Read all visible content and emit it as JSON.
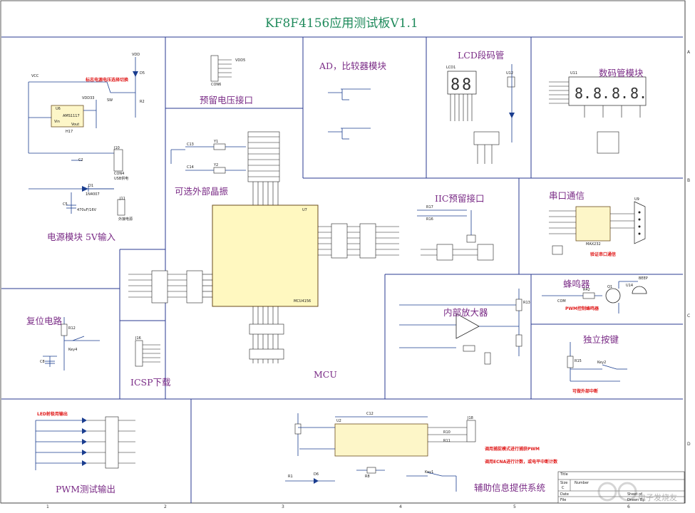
{
  "title": "KF8F4156应用测试板V1.1",
  "sections": [
    {
      "id": "power",
      "label": "电源模块 5V输入"
    },
    {
      "id": "reserved-voltage",
      "label": "预留电压接口"
    },
    {
      "id": "ad",
      "label": "AD，比较器模块"
    },
    {
      "id": "lcd",
      "label": "LCD段码管"
    },
    {
      "id": "segment",
      "label": "数码管模块"
    },
    {
      "id": "crystal",
      "label": "可选外部晶振"
    },
    {
      "id": "iic",
      "label": "IIC预留接口"
    },
    {
      "id": "uart",
      "label": "串口通信"
    },
    {
      "id": "buzzer",
      "label": "蜂鸣器"
    },
    {
      "id": "amp",
      "label": "内部放大器"
    },
    {
      "id": "key",
      "label": "独立按键"
    },
    {
      "id": "reset",
      "label": "复位电路"
    },
    {
      "id": "icsp",
      "label": "ICSP下载"
    },
    {
      "id": "mcu",
      "label": "MCU"
    },
    {
      "id": "pwm",
      "label": "PWM测试输出"
    },
    {
      "id": "aux",
      "label": "辅助信息提供系统"
    }
  ],
  "annotations": {
    "voltage_select": "标志电源电压选择切换",
    "led_pwm": "LED射极用输出",
    "uart_verify": "验证串口通信",
    "pwm_buzzer": "PWM控制蜂鸣器",
    "key_interrupt": "可做外部中断",
    "aux_note1": "调用捕捉模式进行捕获PWM",
    "aux_note2": "调用ECNA进行计数，或电平中断计数"
  },
  "components": {
    "vcc": "VCC",
    "vdd": "VDD",
    "u6": "U6",
    "ams1117": "AMS1117",
    "vin": "Vin",
    "vout": "Vout",
    "h17": "H17",
    "vdd33": "VDD33",
    "sw": "SW",
    "d5": "D5",
    "r2": "R2",
    "c2": "C2",
    "j10": "J10",
    "con4": "CON4",
    "usb_power": "USB供电",
    "d1": "D1",
    "in4007": "1N4007",
    "c5": "C5",
    "c5_val": "470uF/16V",
    "j11": "J11",
    "ext_power": "外接电源",
    "con6": "CON6",
    "vdd5": "VDD5",
    "c13": "C13",
    "c14": "C14",
    "y1": "Y1",
    "y2": "Y2",
    "lcd_chip": "LCD1",
    "u11": "U11",
    "u12": "U12",
    "r17": "R17",
    "r16": "R16",
    "mcu_name": "U7",
    "mcu_model": "MCU4156",
    "max232": "MAX232",
    "u9": "U9",
    "com": "COM",
    "r42": "R42",
    "q1": "Q1",
    "buzz": "BEEP",
    "u14": "U14",
    "r13": "R13",
    "r15": "R15",
    "key2": "Key2",
    "reset_key": "Key4",
    "r12": "R12",
    "c8": "C8",
    "j16": "J16",
    "u2": "U2",
    "j18": "J18",
    "key1": "Key1",
    "d6": "D6",
    "r1": "R1",
    "c12": "C12",
    "r10": "R10",
    "r11": "R11",
    "r8": "R8"
  },
  "title_block": {
    "title": "Title",
    "size": "Size",
    "size_val": "C",
    "number": "Number",
    "date": "Date",
    "file": "File",
    "sheet": "Sheet of",
    "drawn": "Drawn By"
  },
  "border": {
    "cols": [
      "1",
      "2",
      "3",
      "4",
      "5",
      "6"
    ],
    "rows": [
      "A",
      "B",
      "C",
      "D"
    ]
  },
  "watermark": "电子发烧友"
}
